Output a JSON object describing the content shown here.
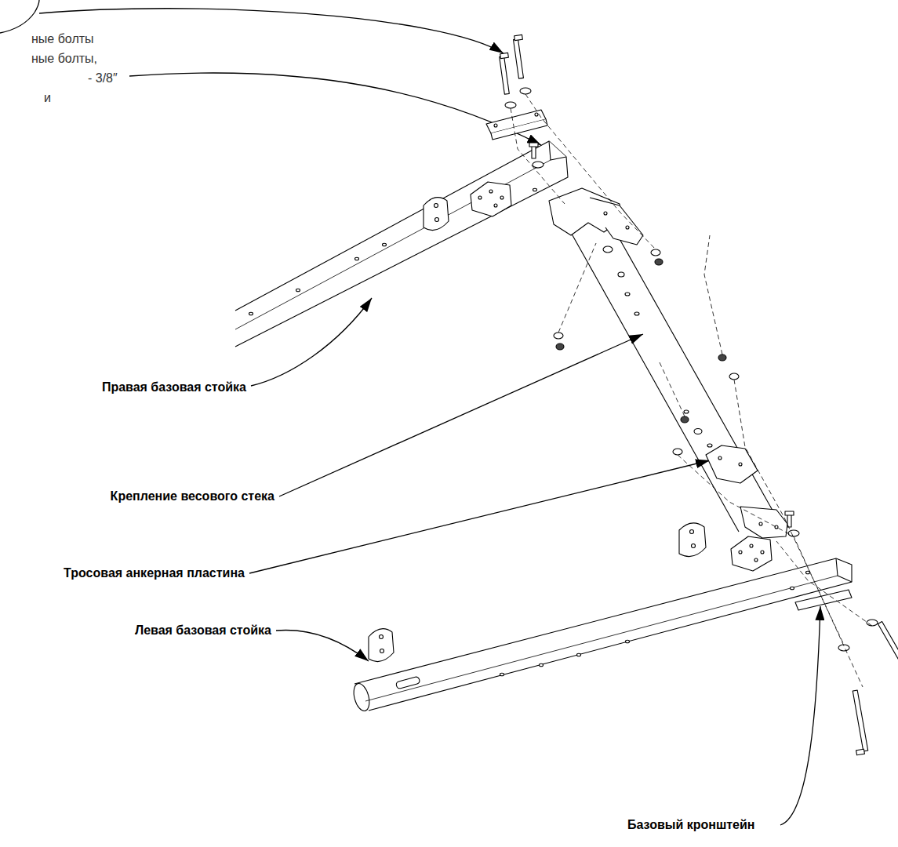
{
  "diagram": {
    "labels": [
      "ные болты",
      "ные болты,",
      "- 3/8″",
      "и",
      "Правая базовая стойка",
      "Крепление весового стека",
      "Тросовая анкерная пластина",
      "Левая базовая стойка",
      "Базовый кронштейн"
    ]
  }
}
